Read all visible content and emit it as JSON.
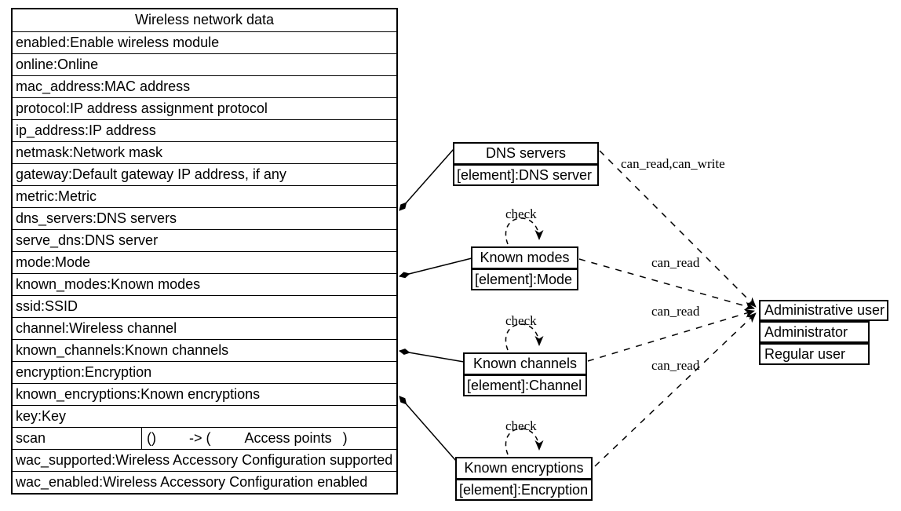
{
  "colors": {
    "ink": "#000000",
    "background": "#ffffff"
  },
  "main_table": {
    "title": "Wireless network data",
    "rows_before_scan": [
      "enabled:Enable wireless module",
      "online:Online",
      "mac_address:MAC address",
      "protocol:IP address assignment protocol",
      "ip_address:IP address",
      "netmask:Network mask",
      "gateway:Default gateway IP address, if any",
      "metric:Metric",
      "dns_servers:DNS servers",
      "serve_dns:DNS server",
      "mode:Mode",
      "known_modes:Known modes",
      "ssid:SSID",
      "channel:Wireless channel",
      "known_channels:Known channels",
      "encryption:Encryption",
      "known_encryptions:Known encryptions",
      "key:Key"
    ],
    "scan_row": {
      "name": "scan",
      "params": "()",
      "arrow": "-> (",
      "return_type": "Access points",
      "close_paren": ")"
    },
    "rows_after_scan": [
      "wac_supported:Wireless Accessory Configuration supported",
      "wac_enabled:Wireless Accessory Configuration enabled"
    ]
  },
  "collection_boxes": [
    {
      "title": "DNS servers",
      "element_row": "[element]:DNS server"
    },
    {
      "title": "Known modes",
      "element_row": "[element]:Mode"
    },
    {
      "title": "Known channels",
      "element_row": "[element]:Channel"
    },
    {
      "title": "Known encryptions",
      "element_row": "[element]:Encryption"
    }
  ],
  "users_box": {
    "title": "Administrative user",
    "rows": [
      "Administrator",
      "Regular user"
    ]
  },
  "edge_labels": {
    "dns": "can_read,can_write",
    "modes": "can_read",
    "channels": "can_read",
    "encryptions": "can_read",
    "check": "check"
  }
}
